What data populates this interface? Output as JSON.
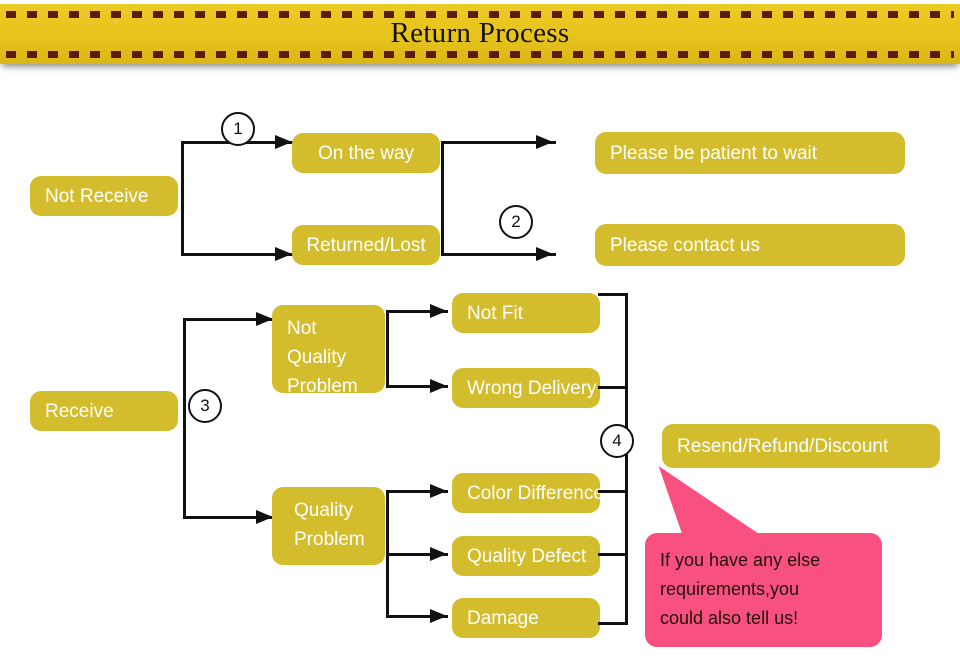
{
  "header": {
    "title": "Return Process",
    "banner_color": "#E8C61F",
    "dash_color": "#5C1A09"
  },
  "theme": {
    "node_color": "#D4BD2C",
    "node_text_color": "#FFFFFF",
    "line_color": "#111111",
    "callout_color": "#F9517F",
    "background": "#FFFFFF"
  },
  "flow": {
    "branch_not_receive": {
      "root": "Not Receive",
      "marker_1": "1",
      "marker_2": "2",
      "states": [
        {
          "label": "On the way",
          "result": "Please be patient to wait"
        },
        {
          "label": "Returned/Lost",
          "result": "Please contact us"
        }
      ]
    },
    "branch_receive": {
      "root": "Receive",
      "marker_3": "3",
      "marker_4": "4",
      "categories": [
        {
          "label": "Not\nQuality\nProblem",
          "label_lines": [
            "Not",
            "Quality",
            "Problem"
          ],
          "issues": [
            "Not Fit",
            "Wrong Delivery"
          ]
        },
        {
          "label": "Quality\nProblem",
          "label_lines": [
            "Quality",
            "Problem"
          ],
          "issues": [
            "Color Difference",
            "Quality Defect",
            "Damage"
          ]
        }
      ],
      "resolution": "Resend/Refund/Discount"
    }
  },
  "callout": {
    "line_1": "If you have any else",
    "line_2": "requirements,you",
    "line_3": "could also tell us!"
  }
}
